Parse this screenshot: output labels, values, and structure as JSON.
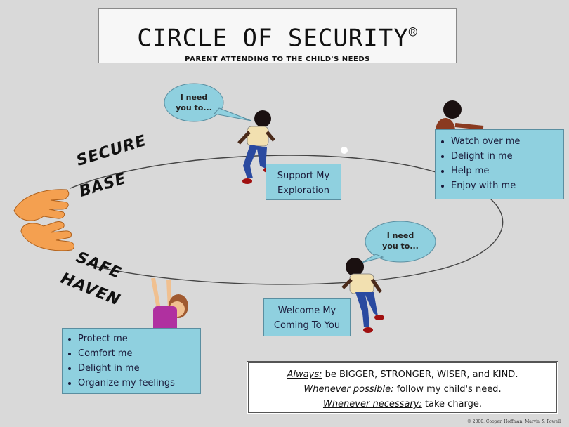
{
  "title": {
    "main": "CIRCLE OF SECURITY",
    "mark": "®",
    "subtitle": "PARENT ATTENDING TO THE CHILD'S NEEDS"
  },
  "labels": {
    "secure": "SECURE",
    "base": "BASE",
    "safe": "SAFE",
    "haven": "HAVEN"
  },
  "bubbles": {
    "top_line1": "I need",
    "top_line2": "you to...",
    "bottom_line1": "I need",
    "bottom_line2": "you to..."
  },
  "boxes": {
    "support_line1": "Support My",
    "support_line2": "Exploration",
    "welcome_line1": "Welcome My",
    "welcome_line2": "Coming To You",
    "watch_list": [
      "Watch over me",
      "Delight in me",
      "Help me",
      "Enjoy with me"
    ],
    "protect_list": [
      "Protect me",
      "Comfort me",
      "Delight in me",
      "Organize my feelings"
    ]
  },
  "rules": {
    "line1_em": "Always:",
    "line1_rest": " be BIGGER, STRONGER, WISER, and KIND.",
    "line2_em": "Whenever possible:",
    "line2_rest": " follow my child's need.",
    "line3_em": "Whenever necessary:",
    "line3_rest": " take charge."
  },
  "copyright": "© 2000, Cooper, Hoffman, Marvin & Powell",
  "colors": {
    "background": "#d9d9d9",
    "box_fill": "#8fd0df",
    "hand": "#f4a050",
    "skin": "#4a2a1a",
    "shirt": "#f2e0b0",
    "pants": "#2a4aa0",
    "girl_shirt": "#b030a0"
  }
}
